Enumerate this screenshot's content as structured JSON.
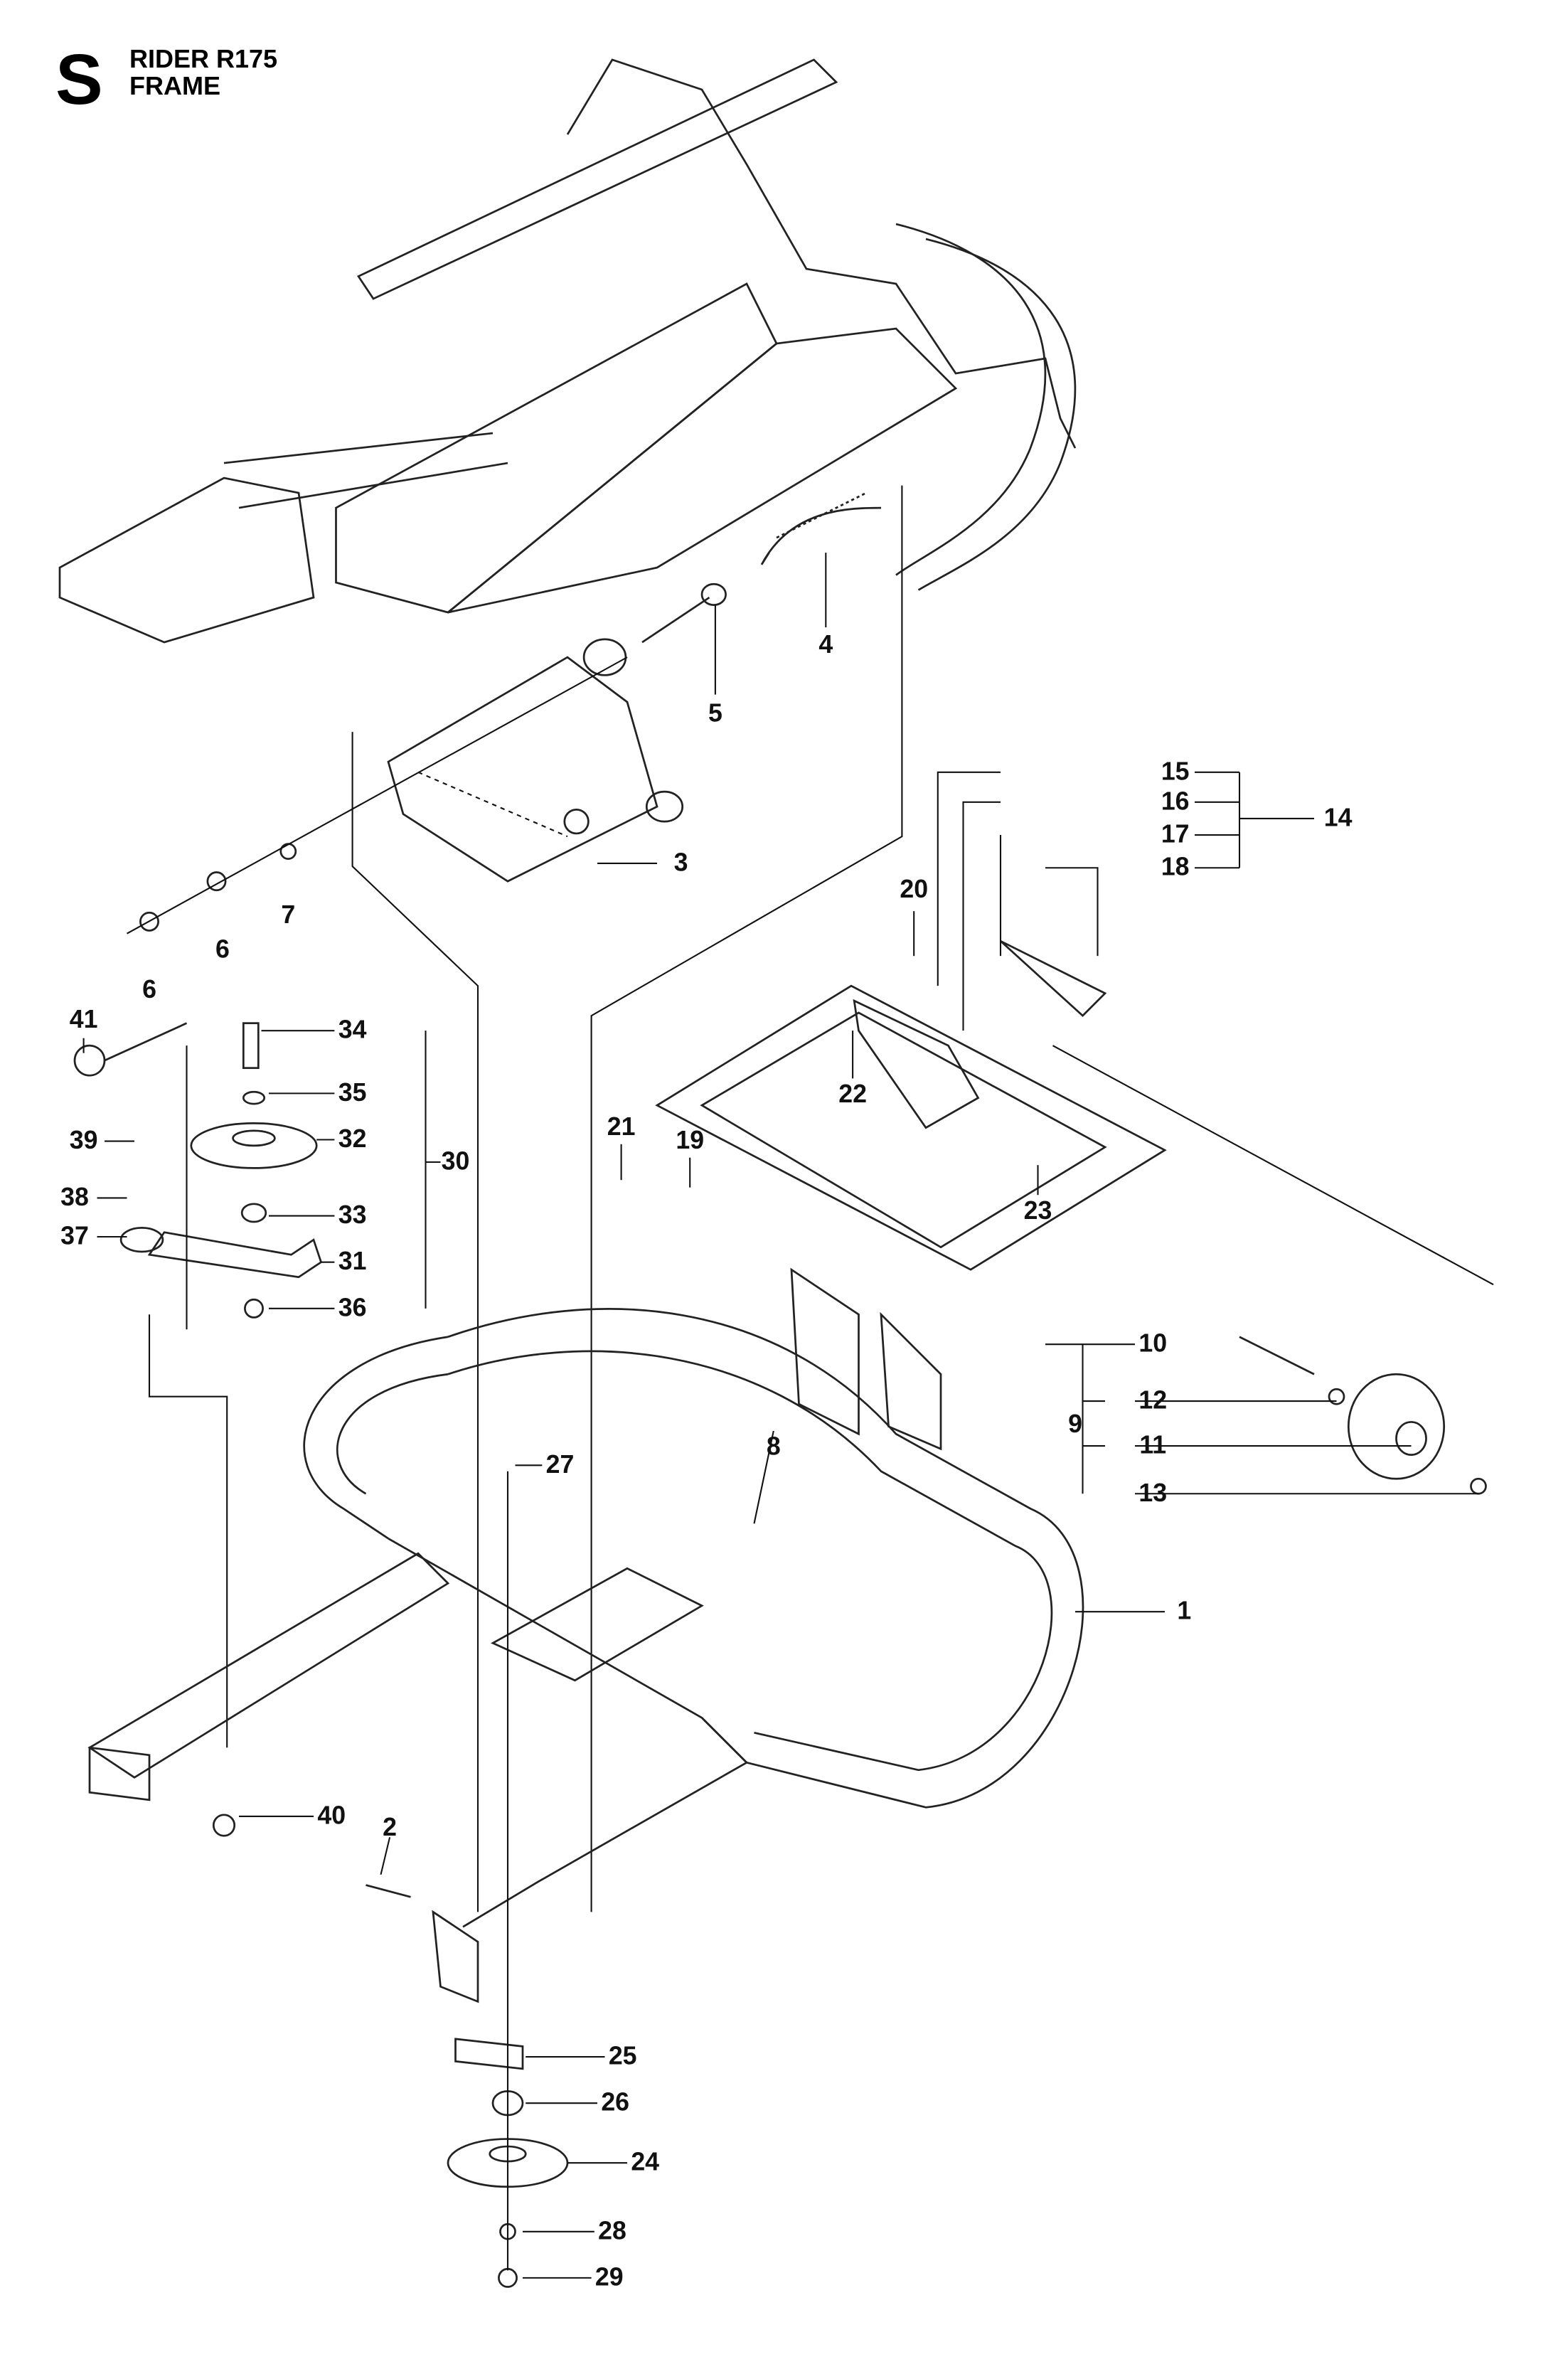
{
  "header": {
    "section_letter": "S",
    "model": "RIDER R175",
    "title": "FRAME"
  },
  "callouts": [
    "1",
    "2",
    "3",
    "4",
    "5",
    "6",
    "6",
    "7",
    "8",
    "9",
    "10",
    "11",
    "12",
    "13",
    "14",
    "15",
    "16",
    "17",
    "18",
    "19",
    "20",
    "21",
    "22",
    "23",
    "24",
    "25",
    "26",
    "27",
    "28",
    "29",
    "30",
    "31",
    "32",
    "33",
    "34",
    "35",
    "36",
    "37",
    "38",
    "39",
    "40",
    "41"
  ],
  "colors": {
    "line": "#222222",
    "background": "#ffffff"
  }
}
